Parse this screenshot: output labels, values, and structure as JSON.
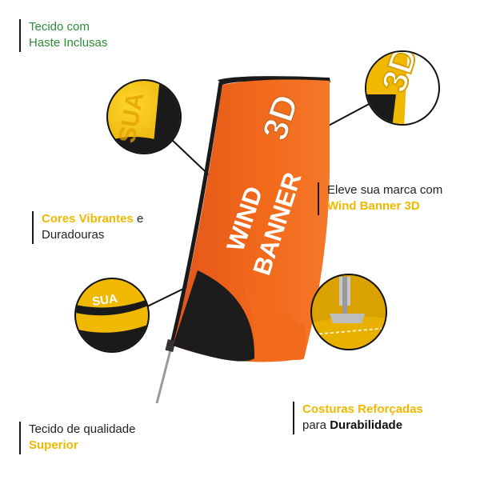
{
  "callouts": {
    "fabric_pole": {
      "line1": "Tecido com",
      "line2": "Haste Inclusas"
    },
    "brand": {
      "line1": "Eleve sua marca com",
      "highlight": "Wind Banner 3D"
    },
    "colors": {
      "highlight": "Cores Vibrantes",
      "rest1": " e",
      "line2": "Duradouras"
    },
    "stitching": {
      "highlight": "Costuras Reforçadas",
      "prefix": "para ",
      "bold": "Durabilidade"
    },
    "quality": {
      "line1": "Tecido de qualidade",
      "highlight": "Superior"
    }
  },
  "flag": {
    "title_line1": "WIND",
    "title_line2": "BANNER",
    "badge": "3D",
    "zoom_top_left_text": "SUA",
    "zoom_bottom_left_text": "SUA"
  },
  "colors": {
    "accent_yellow": "#f1b800",
    "flag_orange": "#f26a1b",
    "pole_black": "#1a1a1a",
    "green_text": "#2e8b3a"
  }
}
